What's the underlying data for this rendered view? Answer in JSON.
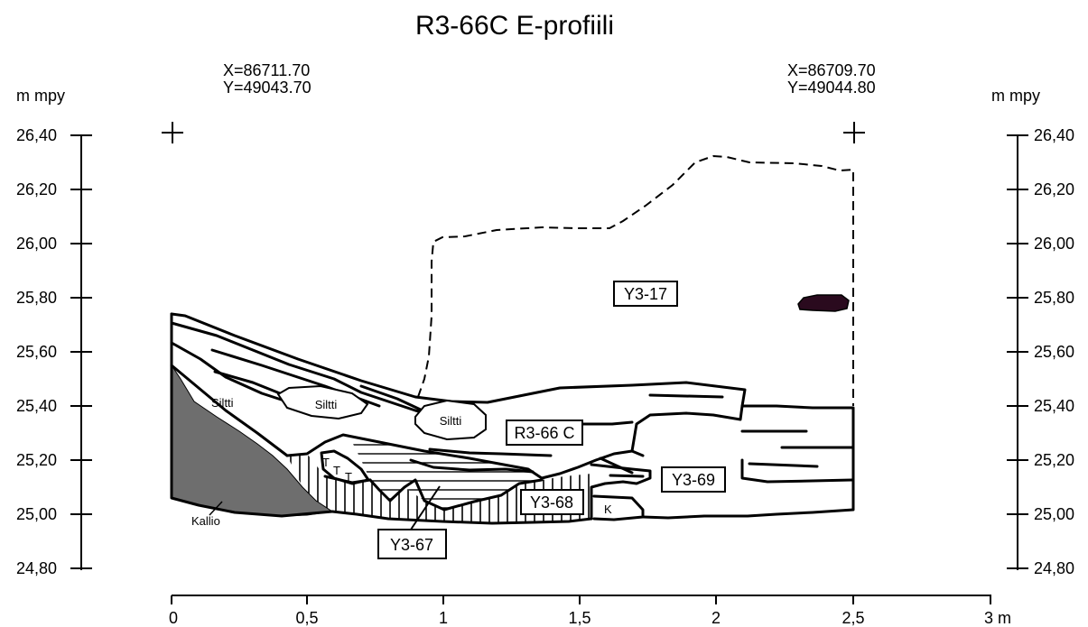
{
  "title": "R3-66C E-profiili",
  "coords": {
    "left": {
      "x": "X=86711.70",
      "y": "Y=49043.70"
    },
    "right": {
      "x": "X=86709.70",
      "y": "Y=49044.80"
    }
  },
  "axes": {
    "unit_left": "m mpy",
    "unit_right": "m mpy",
    "y_ticks": [
      "26,40",
      "26,20",
      "26,00",
      "25,80",
      "25,60",
      "25,40",
      "25,20",
      "25,00",
      "24,80"
    ],
    "x_ticks": [
      "0",
      "0,5",
      "1",
      "1,5",
      "2",
      "2,5",
      "3 m"
    ]
  },
  "labels": {
    "y3_17": "Y3-17",
    "r3_66c": "R3-66 C",
    "y3_69": "Y3-69",
    "y3_68": "Y3-68",
    "y3_67": "Y3-67",
    "siltti_1": "Siltti",
    "siltti_2": "Siltti",
    "siltti_3": "Siltti",
    "kallio": "Kallio",
    "k": "K",
    "t1": "T",
    "t2": "T",
    "t3": "T"
  }
}
